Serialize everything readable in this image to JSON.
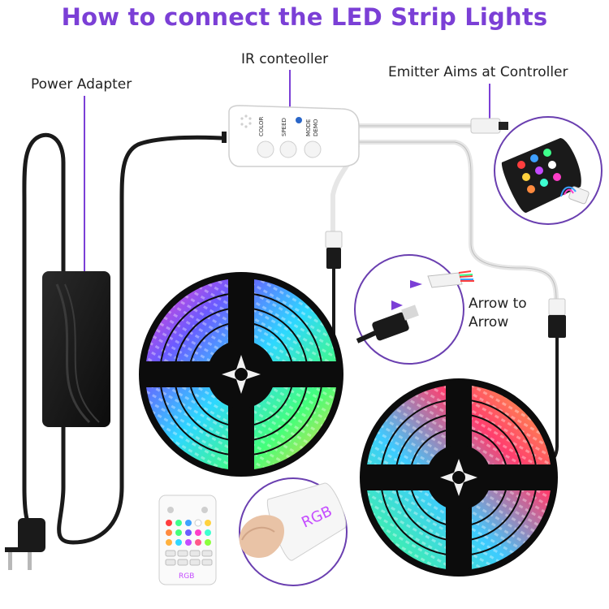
{
  "title": "How to connect the LED Strip Lights",
  "labels": {
    "ir_controller": "IR conteoller",
    "emitter": "Emitter Aims at Controller",
    "power_adapter": "Power Adapter",
    "arrow_line1": "Arrow to",
    "arrow_line2": "Arrow"
  },
  "controller_buttons": {
    "color": "COLOR",
    "speed": "SPEED",
    "mode": "MODE",
    "demo": "DEMO"
  },
  "remote": {
    "brand_text": "RGB"
  },
  "colors": {
    "title": "#7b3fd6",
    "callout_line": "#7b3fd6",
    "circle_outline": "#6a3fb0",
    "cable_black": "#1a1a1a",
    "cable_white": "#f4f4f4"
  }
}
